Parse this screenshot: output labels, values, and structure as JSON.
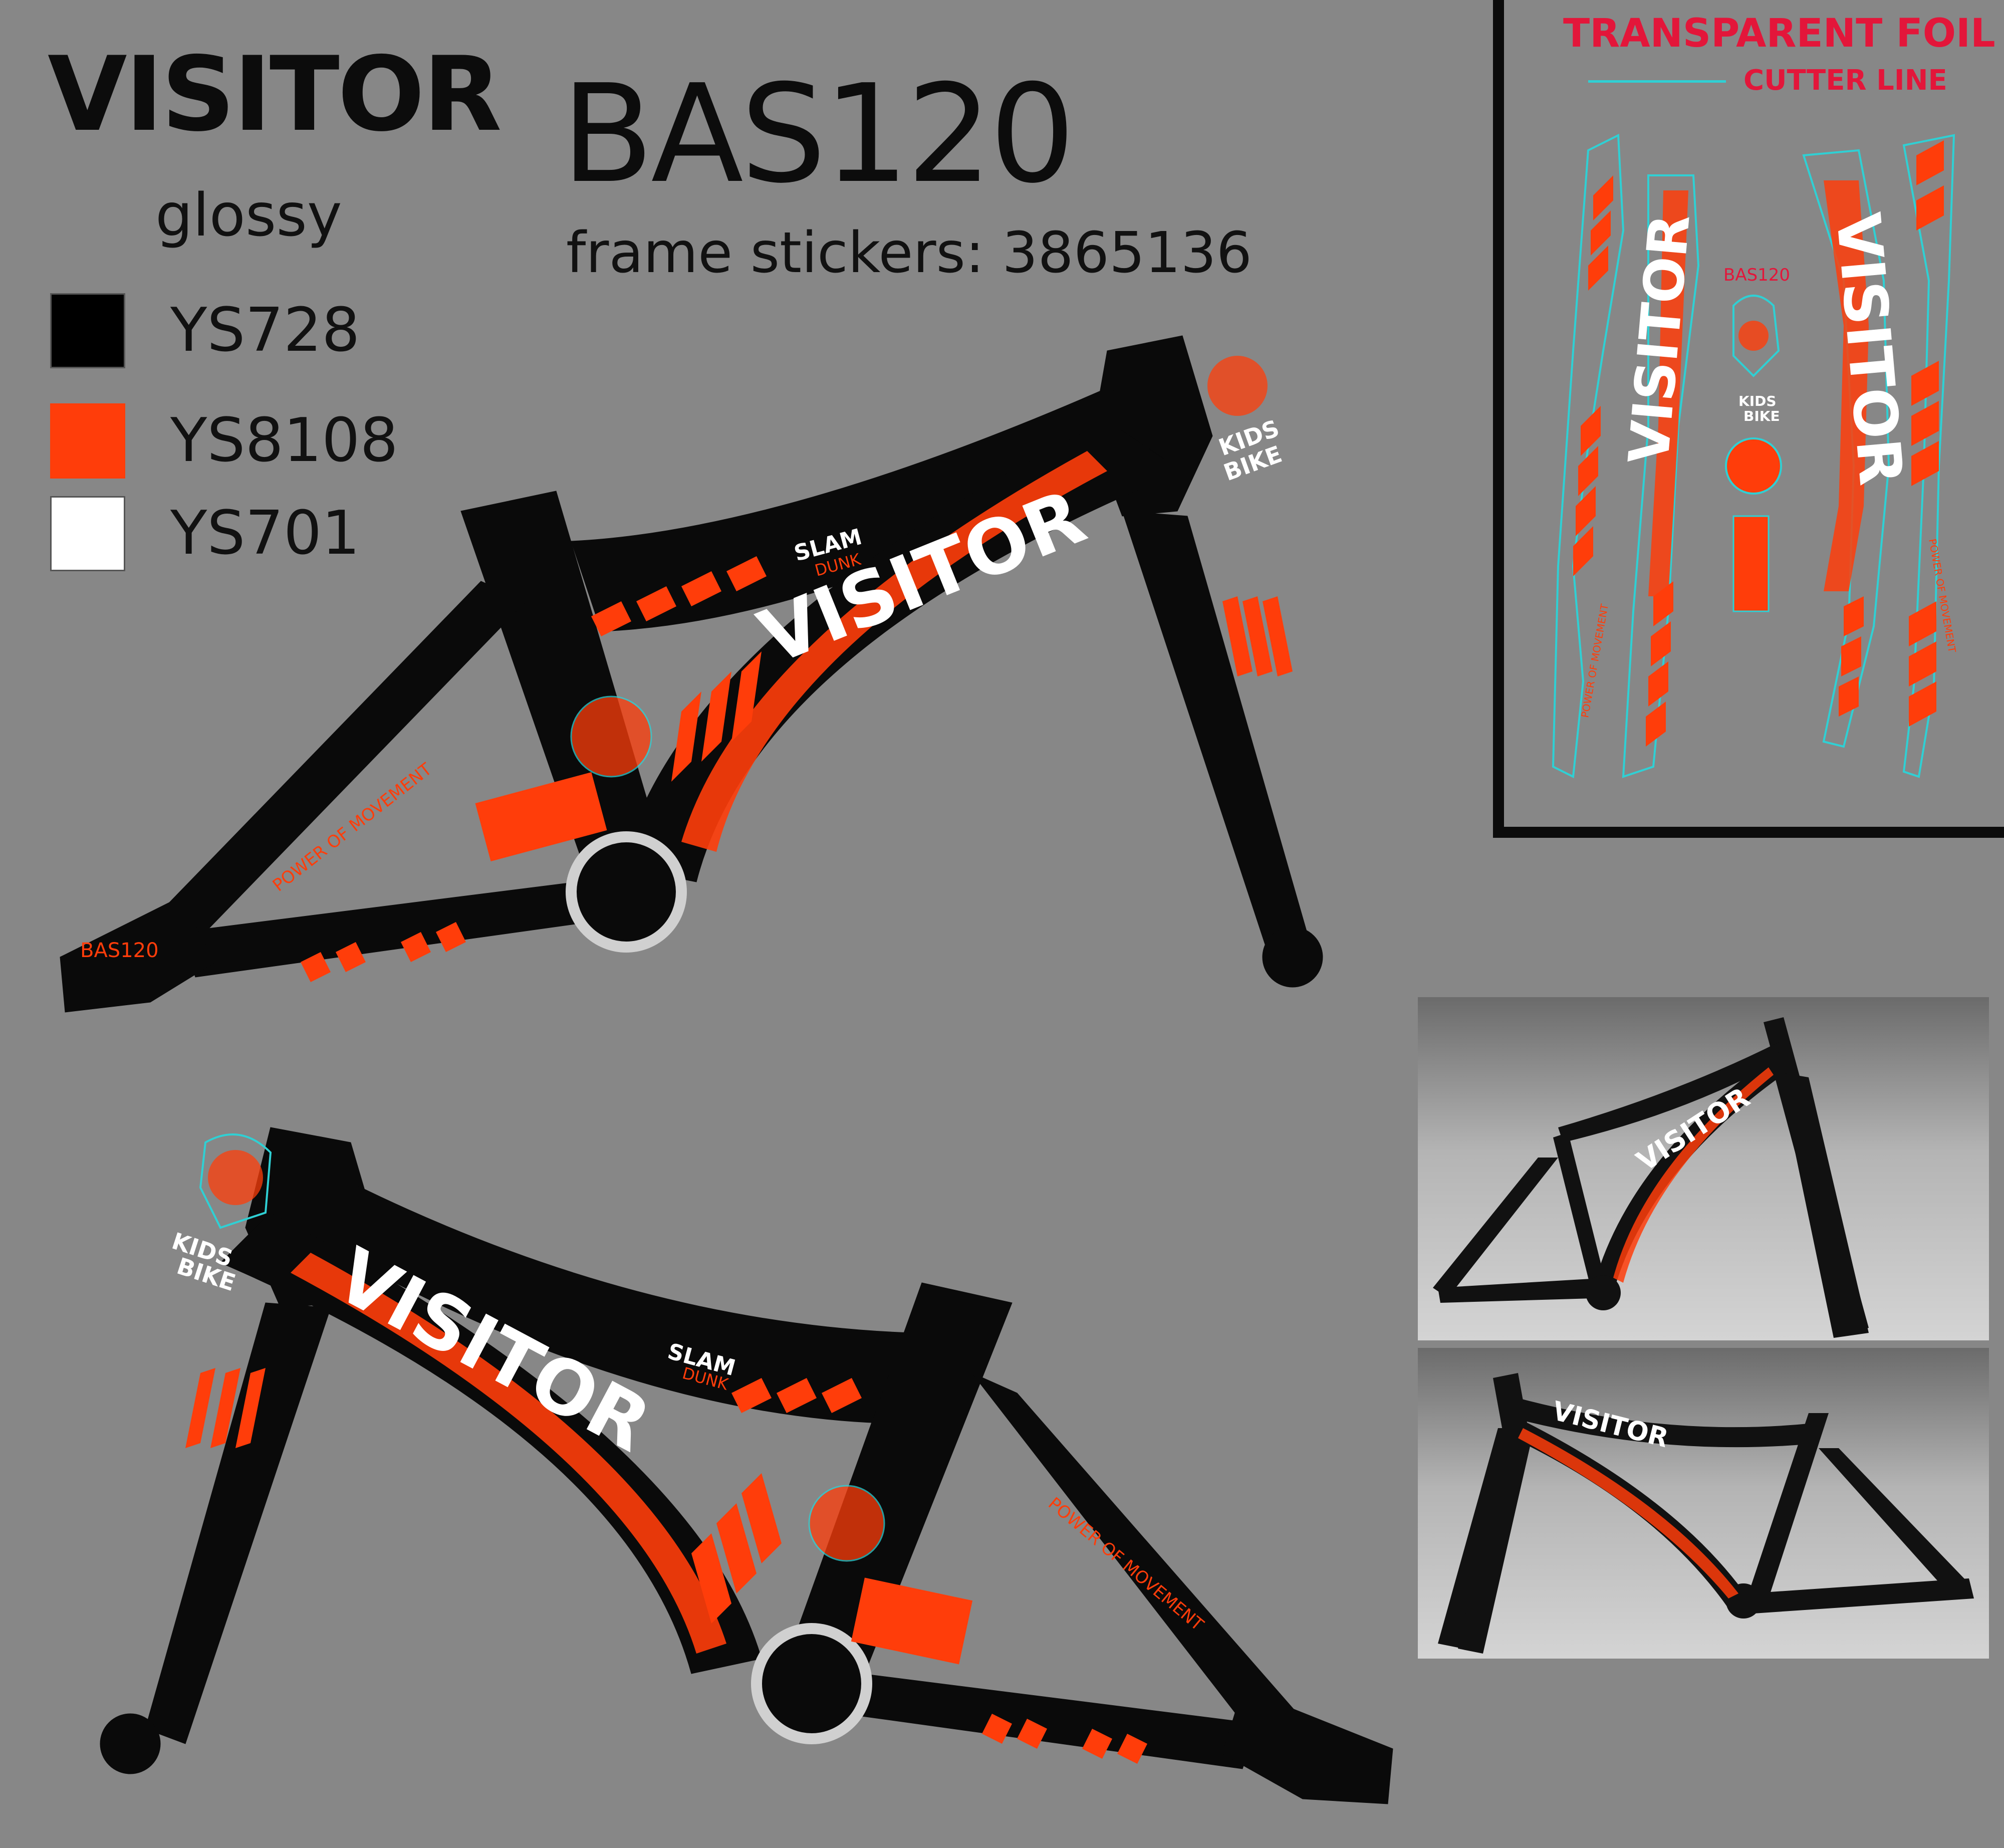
{
  "header": {
    "brand": "VISITOR",
    "finish": "glossy",
    "model": "BAS120",
    "frame_stickers": "frame stickers: 3865136"
  },
  "color_codes": [
    {
      "code": "YS728",
      "color": "#000000"
    },
    {
      "code": "YS8108",
      "color": "#ff3d0a"
    },
    {
      "code": "YS701",
      "color": "#ffffff"
    }
  ],
  "foil_panel": {
    "title": "TRANSPARENT FOIL",
    "cutter_label": "CUTTER LINE",
    "cutter_color": "#2fd0d4",
    "title_color": "#e3163a",
    "model_tag": "BAS120"
  },
  "decals": {
    "main_logo": "VISITOR",
    "series": "SLAM",
    "series_sub": "DUNK",
    "kids_line1": "KIDS",
    "kids_line2": "BIKE",
    "tagline": "POWER OF MOVEMENT",
    "chainstay_tag": "BAS120"
  },
  "colors": {
    "background": "#878787",
    "frame": "#0a0a0a",
    "accent": "#ff3d0a",
    "white": "#ffffff"
  }
}
